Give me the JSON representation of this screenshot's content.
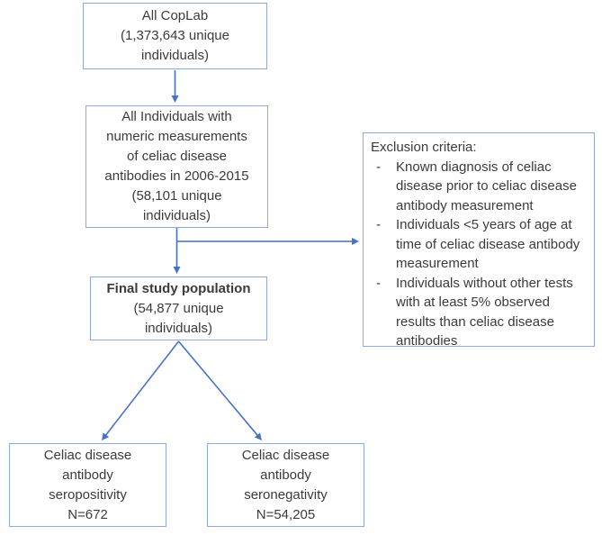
{
  "colors": {
    "box_border": "#8ea9db",
    "arrow": "#4472c4",
    "text": "#3b3b3b",
    "background": "#ffffff"
  },
  "flowchart": {
    "top_box": {
      "lines": [
        "All CopLab",
        "(1,373,643 unique",
        "individuals)"
      ]
    },
    "measurements_box": {
      "lines": [
        "All Individuals with",
        "numeric measurements",
        "of celiac disease",
        "antibodies in 2006-2015",
        "(58,101 unique",
        "individuals)"
      ]
    },
    "exclusion_box": {
      "title": "Exclusion criteria:",
      "bullet": "-",
      "items": [
        "Known diagnosis of celiac disease prior to celiac disease antibody measurement",
        "Individuals <5 years of age at time of celiac disease antibody measurement",
        "Individuals without other tests with at least 5% observed results than celiac disease antibodies"
      ]
    },
    "final_box": {
      "title": "Final study population",
      "lines": [
        "(54,877 unique",
        "individuals)"
      ]
    },
    "seropositivity_box": {
      "lines": [
        "Celiac disease",
        "antibody",
        "seropositivity",
        "N=672"
      ]
    },
    "seronegativity_box": {
      "lines": [
        "Celiac disease",
        "antibody",
        "seronegativity",
        "N=54,205"
      ]
    }
  }
}
